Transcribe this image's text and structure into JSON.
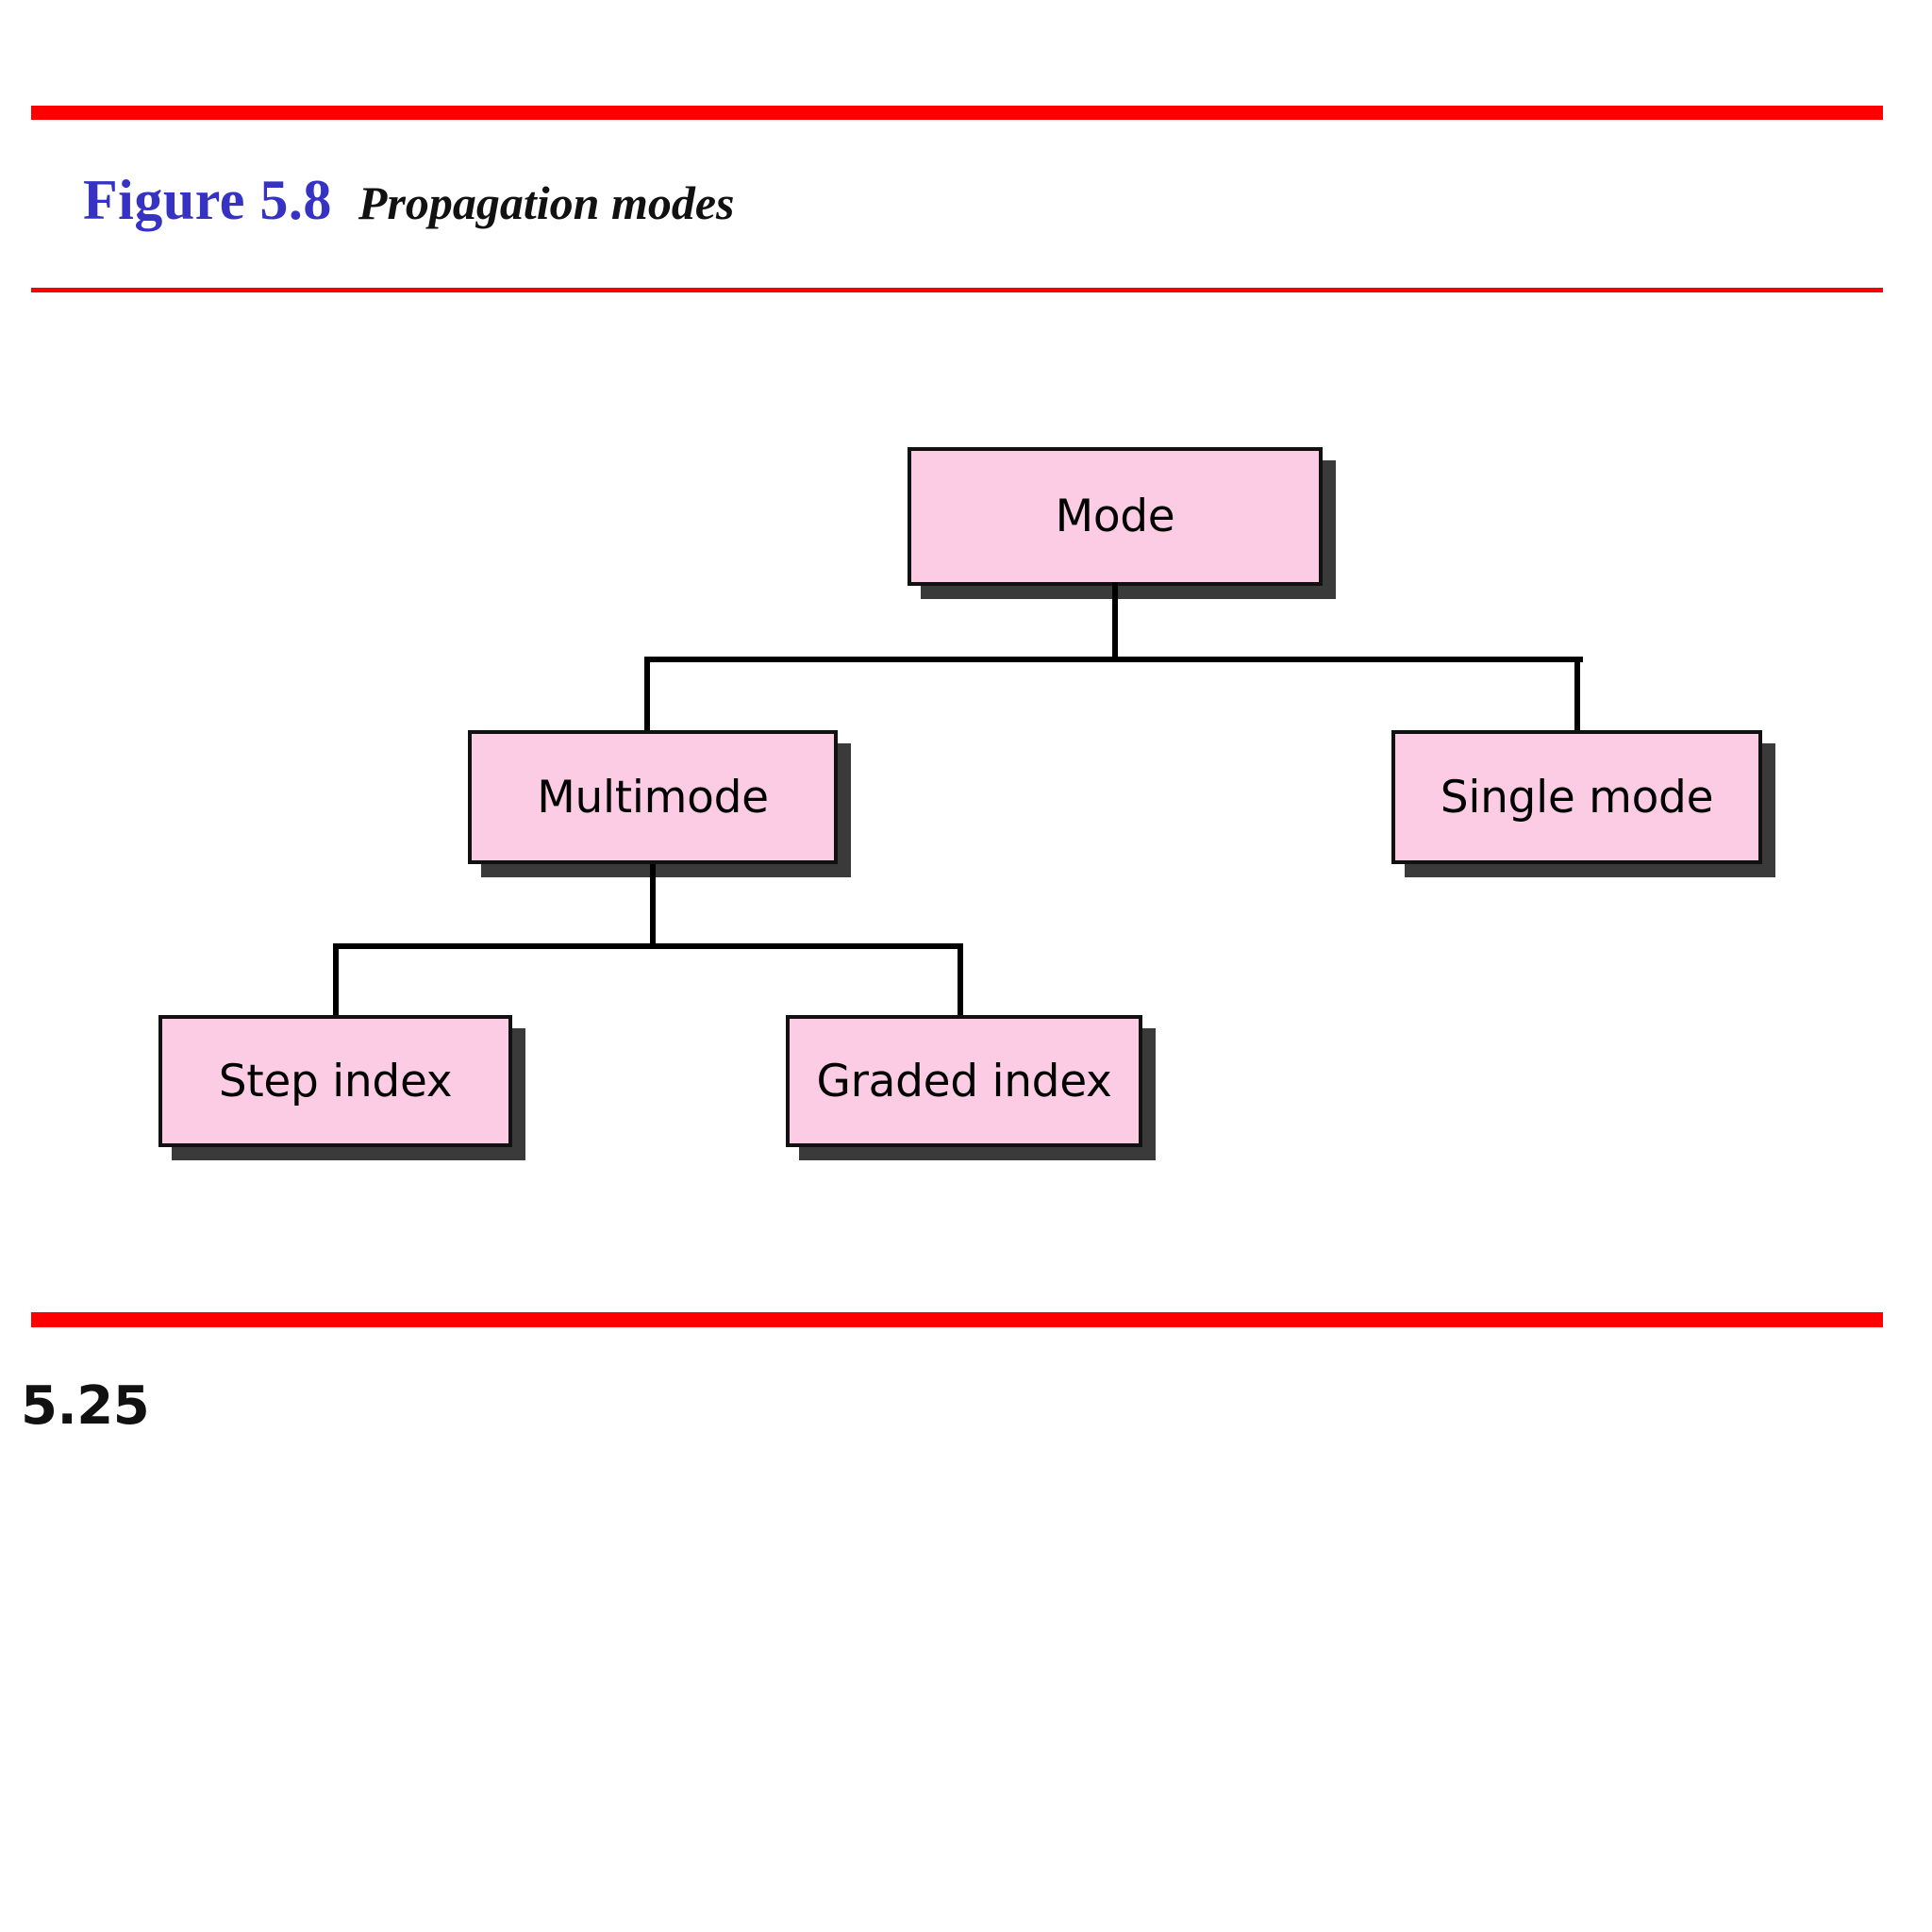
{
  "slide": {
    "background_color": "#FFFFFF",
    "accent_rule_color": "#FF0000",
    "number": "5.25"
  },
  "title": {
    "figure_label": "Figure 5.8",
    "figure_label_color": "#3532C4",
    "caption": "Propagation modes",
    "caption_color": "#111111"
  },
  "diagram": {
    "type": "tree",
    "node_fill": "#FBCCE3",
    "node_border": "#111111",
    "node_shadow": "#3A3A3A",
    "connector_color": "#000000",
    "nodes": [
      {
        "id": "mode",
        "label": "Mode",
        "level": 0,
        "parent": null
      },
      {
        "id": "multimode",
        "label": "Multimode",
        "level": 1,
        "parent": "mode"
      },
      {
        "id": "singlemode",
        "label": "Single mode",
        "level": 1,
        "parent": "mode"
      },
      {
        "id": "stepindex",
        "label": "Step index",
        "level": 2,
        "parent": "multimode"
      },
      {
        "id": "gradedindex",
        "label": "Graded index",
        "level": 2,
        "parent": "multimode"
      }
    ]
  }
}
